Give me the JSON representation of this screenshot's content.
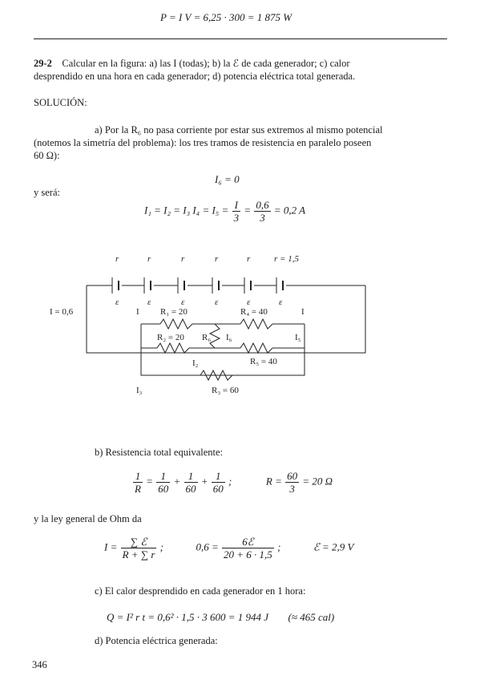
{
  "top_equation": "P = I V = 6,25 · 300 = 1 875  W",
  "problem": {
    "number": "29-2",
    "line1": "Calcular en la figura: a) las I  (todas); b) la ℰ de cada generador; c) calor",
    "line2": "desprendido en una hora en cada generador; d) potencia eléctrica total generada."
  },
  "solution_heading": "SOLUCIÓN:",
  "part_a": {
    "line1": "a)  Por la R₆ no pasa corriente por estar sus extremos al mismo potencial",
    "line2": "(notemos la simetría del problema): los tres tramos de resistencia en paralelo poseen",
    "line3": "60 Ω):"
  },
  "eq_i6": "I₆ = 0",
  "y_sera": "y será:",
  "eq_currents": {
    "lhs": "I₁ = I₂ = I₃  I₄ = I₅ =",
    "f1_num": "I",
    "f1_den": "3",
    "f2_num": "0,6",
    "f2_den": "3",
    "rhs": "= 0,2  A"
  },
  "circuit": {
    "gen_top_labels": [
      "r",
      "r",
      "r",
      "r",
      "r",
      "r = 1,5"
    ],
    "gen_emf_labels": [
      "ε",
      "ε",
      "ε",
      "ε",
      "ε",
      "ε"
    ],
    "total_current": "I = 0,6",
    "node_left": "I",
    "node_right": "I",
    "r1": "R₁ = 20",
    "r4": "R₄ = 40",
    "r2": "R₂ = 20",
    "r6": "R₆",
    "i6": "I₆",
    "i5": "I₅",
    "i2": "I₂",
    "r5": "R₅ = 40",
    "r3": "R₃ = 60",
    "i3": "I₃"
  },
  "part_b": {
    "line": "b)  Resistencia total equivalente:",
    "eq": {
      "f0_num": "1",
      "f0_den": "R",
      "f1_num": "1",
      "f1_den": "60",
      "f2_num": "1",
      "f2_den": "60",
      "f3_num": "1",
      "f3_den": "60",
      "r_lhs": "R =",
      "r_num": "60",
      "r_den": "3",
      "r_rhs": "= 20 Ω"
    }
  },
  "ohm_line": "y la ley general de Ohm da",
  "ohm_eq": {
    "i_lhs": "I =",
    "i_num": "∑ ℰ",
    "i_den": "R + ∑ r",
    "mid_lhs": "0,6 =",
    "mid_num": "6ℰ",
    "mid_den": "20 + 6 · 1,5",
    "result": "ℰ = 2,9  V"
  },
  "part_c": {
    "line": "c)  El calor desprendido en cada generador en 1 hora:",
    "eq": "Q = I² r t = 0,6² · 1,5 · 3 600 = 1 944  J",
    "eq_cal": "(≈ 465  cal)"
  },
  "part_d": {
    "line": "d)  Potencia eléctrica generada:"
  },
  "page_number": "346"
}
